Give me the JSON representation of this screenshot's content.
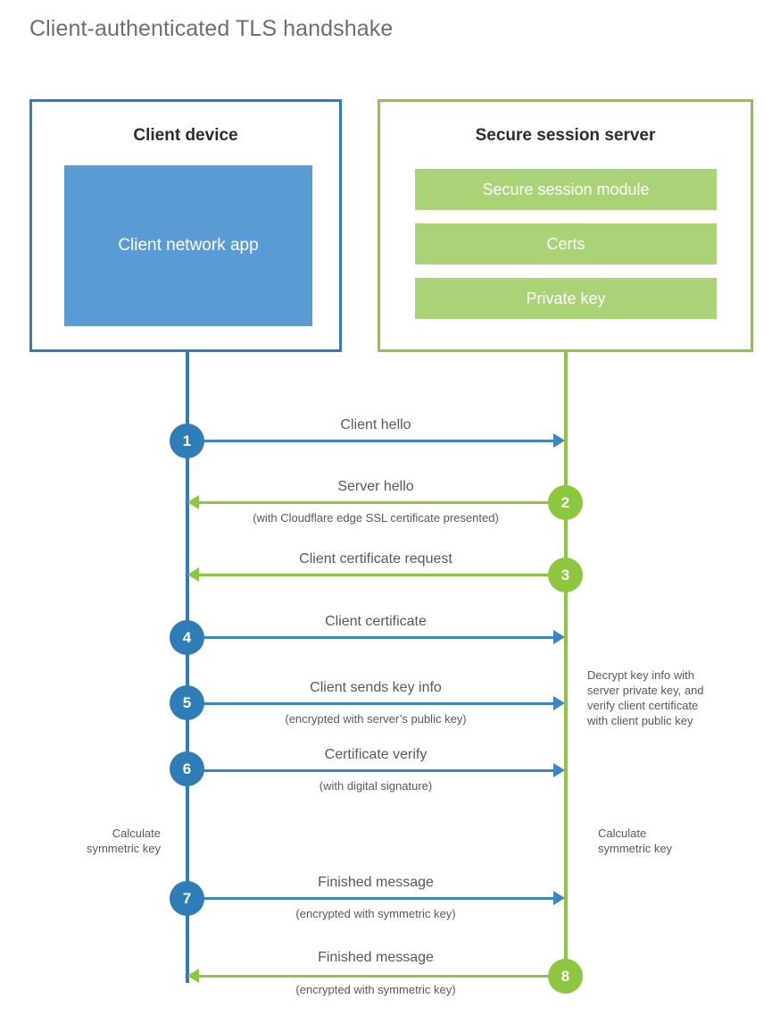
{
  "title": "Client-authenticated TLS handshake",
  "colors": {
    "client_accent": "#2e7cb8",
    "client_fill": "#5b9bd5",
    "server_accent": "#8dc63f",
    "server_fill": "#aad377",
    "arrow_blue": "#3d85c6",
    "arrow_green": "#8dc63f",
    "text": "#58595b",
    "title_text": "#6d6e71"
  },
  "entities": {
    "client": {
      "title": "Client device",
      "app_label": "Client network app"
    },
    "server": {
      "title": "Secure session server",
      "modules": [
        "Secure session module",
        "Certs",
        "Private key"
      ]
    }
  },
  "chart_data": {
    "type": "sequence-diagram",
    "actors": [
      "Client device",
      "Secure session server"
    ],
    "steps": [
      {
        "number": "1",
        "label": "Client hello",
        "sublabel": "",
        "from": "client",
        "to": "server",
        "color": "#3d85c6"
      },
      {
        "number": "2",
        "label": "Server hello",
        "sublabel": "(with Cloudflare edge SSL certificate presented)",
        "from": "server",
        "to": "client",
        "color": "#8dc63f"
      },
      {
        "number": "3",
        "label": "Client certificate request",
        "sublabel": "",
        "from": "server",
        "to": "client",
        "color": "#8dc63f"
      },
      {
        "number": "4",
        "label": "Client certificate",
        "sublabel": "",
        "from": "client",
        "to": "server",
        "color": "#3d85c6"
      },
      {
        "number": "5",
        "label": "Client sends key info",
        "sublabel": "(encrypted with server’s public key)",
        "from": "client",
        "to": "server",
        "color": "#3d85c6"
      },
      {
        "number": "6",
        "label": "Certificate verify",
        "sublabel": "(with digital signature)",
        "from": "client",
        "to": "server",
        "color": "#3d85c6"
      },
      {
        "number": "7",
        "label": "Finished message",
        "sublabel": "(encrypted with symmetric key)",
        "from": "client",
        "to": "server",
        "color": "#3d85c6"
      },
      {
        "number": "8",
        "label": "Finished message",
        "sublabel": "(encrypted with symmetric key)",
        "from": "server",
        "to": "client",
        "color": "#8dc63f"
      }
    ],
    "annotations": [
      {
        "id": "server-decrypt",
        "side": "right",
        "text": "Decrypt key info with server private key, and verify client certificate with client public key"
      },
      {
        "id": "client-calc",
        "side": "left",
        "text": "Calculate symmetric key"
      },
      {
        "id": "server-calc",
        "side": "right",
        "text": "Calculate symmetric key"
      }
    ]
  },
  "steps_text": {
    "s1": {
      "num": "1",
      "label": "Client hello",
      "sub": ""
    },
    "s2": {
      "num": "2",
      "label": "Server hello",
      "sub": "(with Cloudflare edge SSL certificate presented)"
    },
    "s3": {
      "num": "3",
      "label": "Client certificate request",
      "sub": ""
    },
    "s4": {
      "num": "4",
      "label": "Client certificate",
      "sub": ""
    },
    "s5": {
      "num": "5",
      "label": "Client sends key info",
      "sub": "(encrypted with server’s public key)"
    },
    "s6": {
      "num": "6",
      "label": "Certificate verify",
      "sub": "(with digital signature)"
    },
    "s7": {
      "num": "7",
      "label": "Finished message",
      "sub": "(encrypted with symmetric key)"
    },
    "s8": {
      "num": "8",
      "label": "Finished message",
      "sub": "(encrypted with symmetric key)"
    }
  },
  "annotations": {
    "decrypt_line1": "Decrypt key info with",
    "decrypt_line2": "server private key, and",
    "decrypt_line3": "verify client certificate",
    "decrypt_line4": "with client public key",
    "calc_line1": "Calculate",
    "calc_line2": "symmetric key"
  }
}
